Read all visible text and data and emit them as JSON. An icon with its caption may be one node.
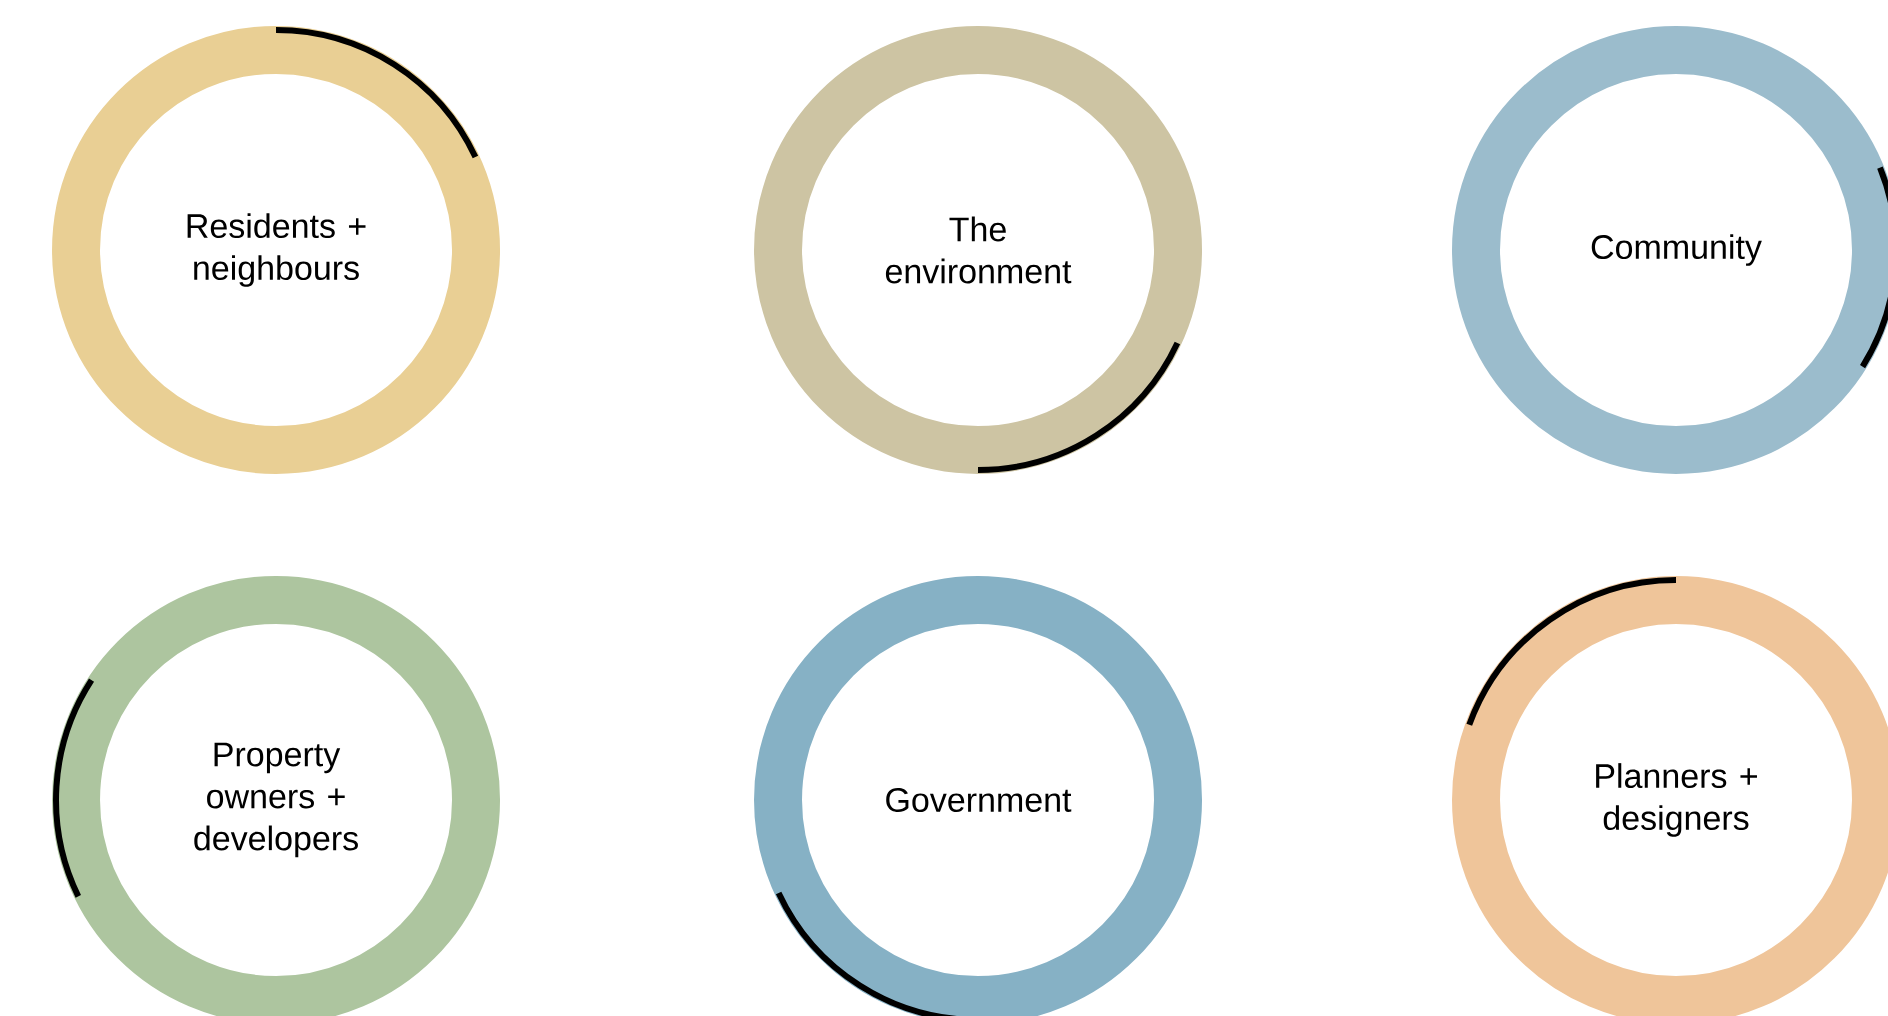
{
  "diagram": {
    "nodes": [
      {
        "text": [
          "Residents + neighbours"
        ]
      },
      {
        "text": [
          "The environment"
        ]
      },
      {
        "text": [
          "Community"
        ]
      },
      {
        "text": [
          "Property owners + developers"
        ]
      },
      {
        "text": [
          "Government"
        ]
      },
      {
        "text": [
          "Planners + designers"
        ]
      }
    ]
  }
}
